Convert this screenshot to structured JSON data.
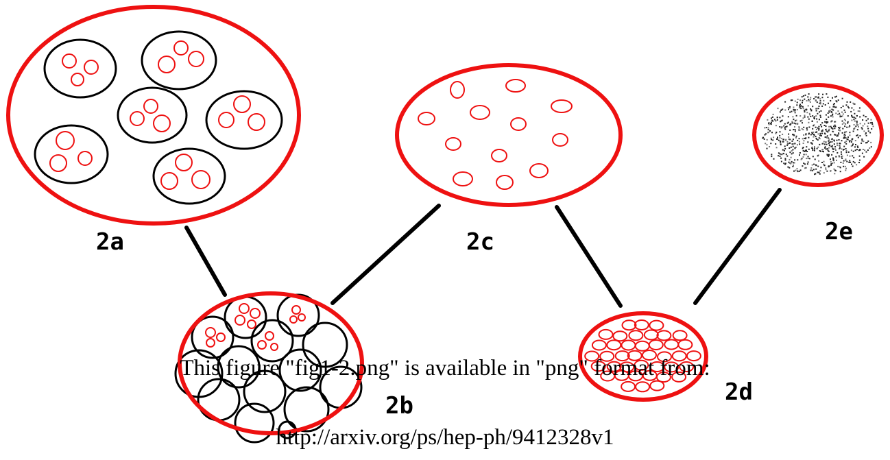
{
  "labels": {
    "a": "2a",
    "b": "2b",
    "c": "2c",
    "d": "2d",
    "e": "2e"
  },
  "caption": {
    "line1": "This figure \"fig1-2.png\" is available in \"png\" format from:",
    "line2": "http://arxiv.org/ps/hep-ph/9412328v1"
  },
  "colors": {
    "outline_red": "#ee1111",
    "inner_black": "#000000",
    "dots_gray": "#555555"
  }
}
